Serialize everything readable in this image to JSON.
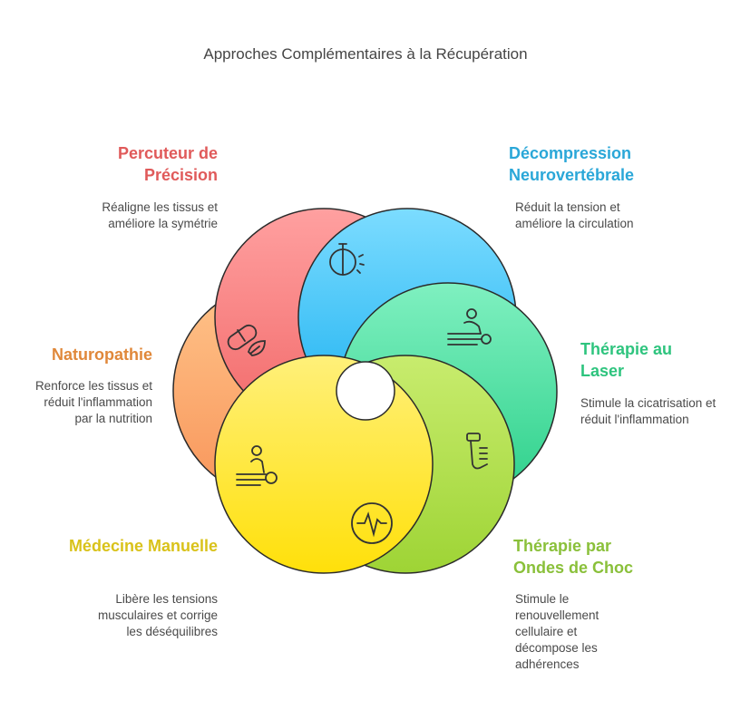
{
  "title": "Approches Complémentaires à la Récupération",
  "items": [
    {
      "label": "Percuteur de Précision",
      "desc": "Réaligne les tissus et améliore la symétrie",
      "icon": "stopwatch-icon",
      "color": "#f97f7f"
    },
    {
      "label": "Décompression Neurovertébrale",
      "desc": "Réduit la tension et améliore la circulation",
      "icon": "massage-table-icon",
      "color": "#3fc0f5"
    },
    {
      "label": "Thérapie au Laser",
      "desc": "Stimule la cicatrisation et réduit l'inflammation",
      "icon": "laser-device-icon",
      "color": "#3ad693"
    },
    {
      "label": "Thérapie par Ondes de Choc",
      "desc": "Stimule le renouvellement cellulaire et décompose les adhérences",
      "icon": "pulse-wave-icon",
      "color": "#a8d845"
    },
    {
      "label": "Médecine Manuelle",
      "desc": "Libère les tensions musculaires et corrige les déséquilibres",
      "icon": "manual-therapy-icon",
      "color": "#ffe12a"
    },
    {
      "label": "Naturopathie",
      "desc": "Renforce les tissus et réduit l'inflammation par la nutrition",
      "icon": "capsule-leaf-icon",
      "color": "#fbaa6e"
    }
  ]
}
